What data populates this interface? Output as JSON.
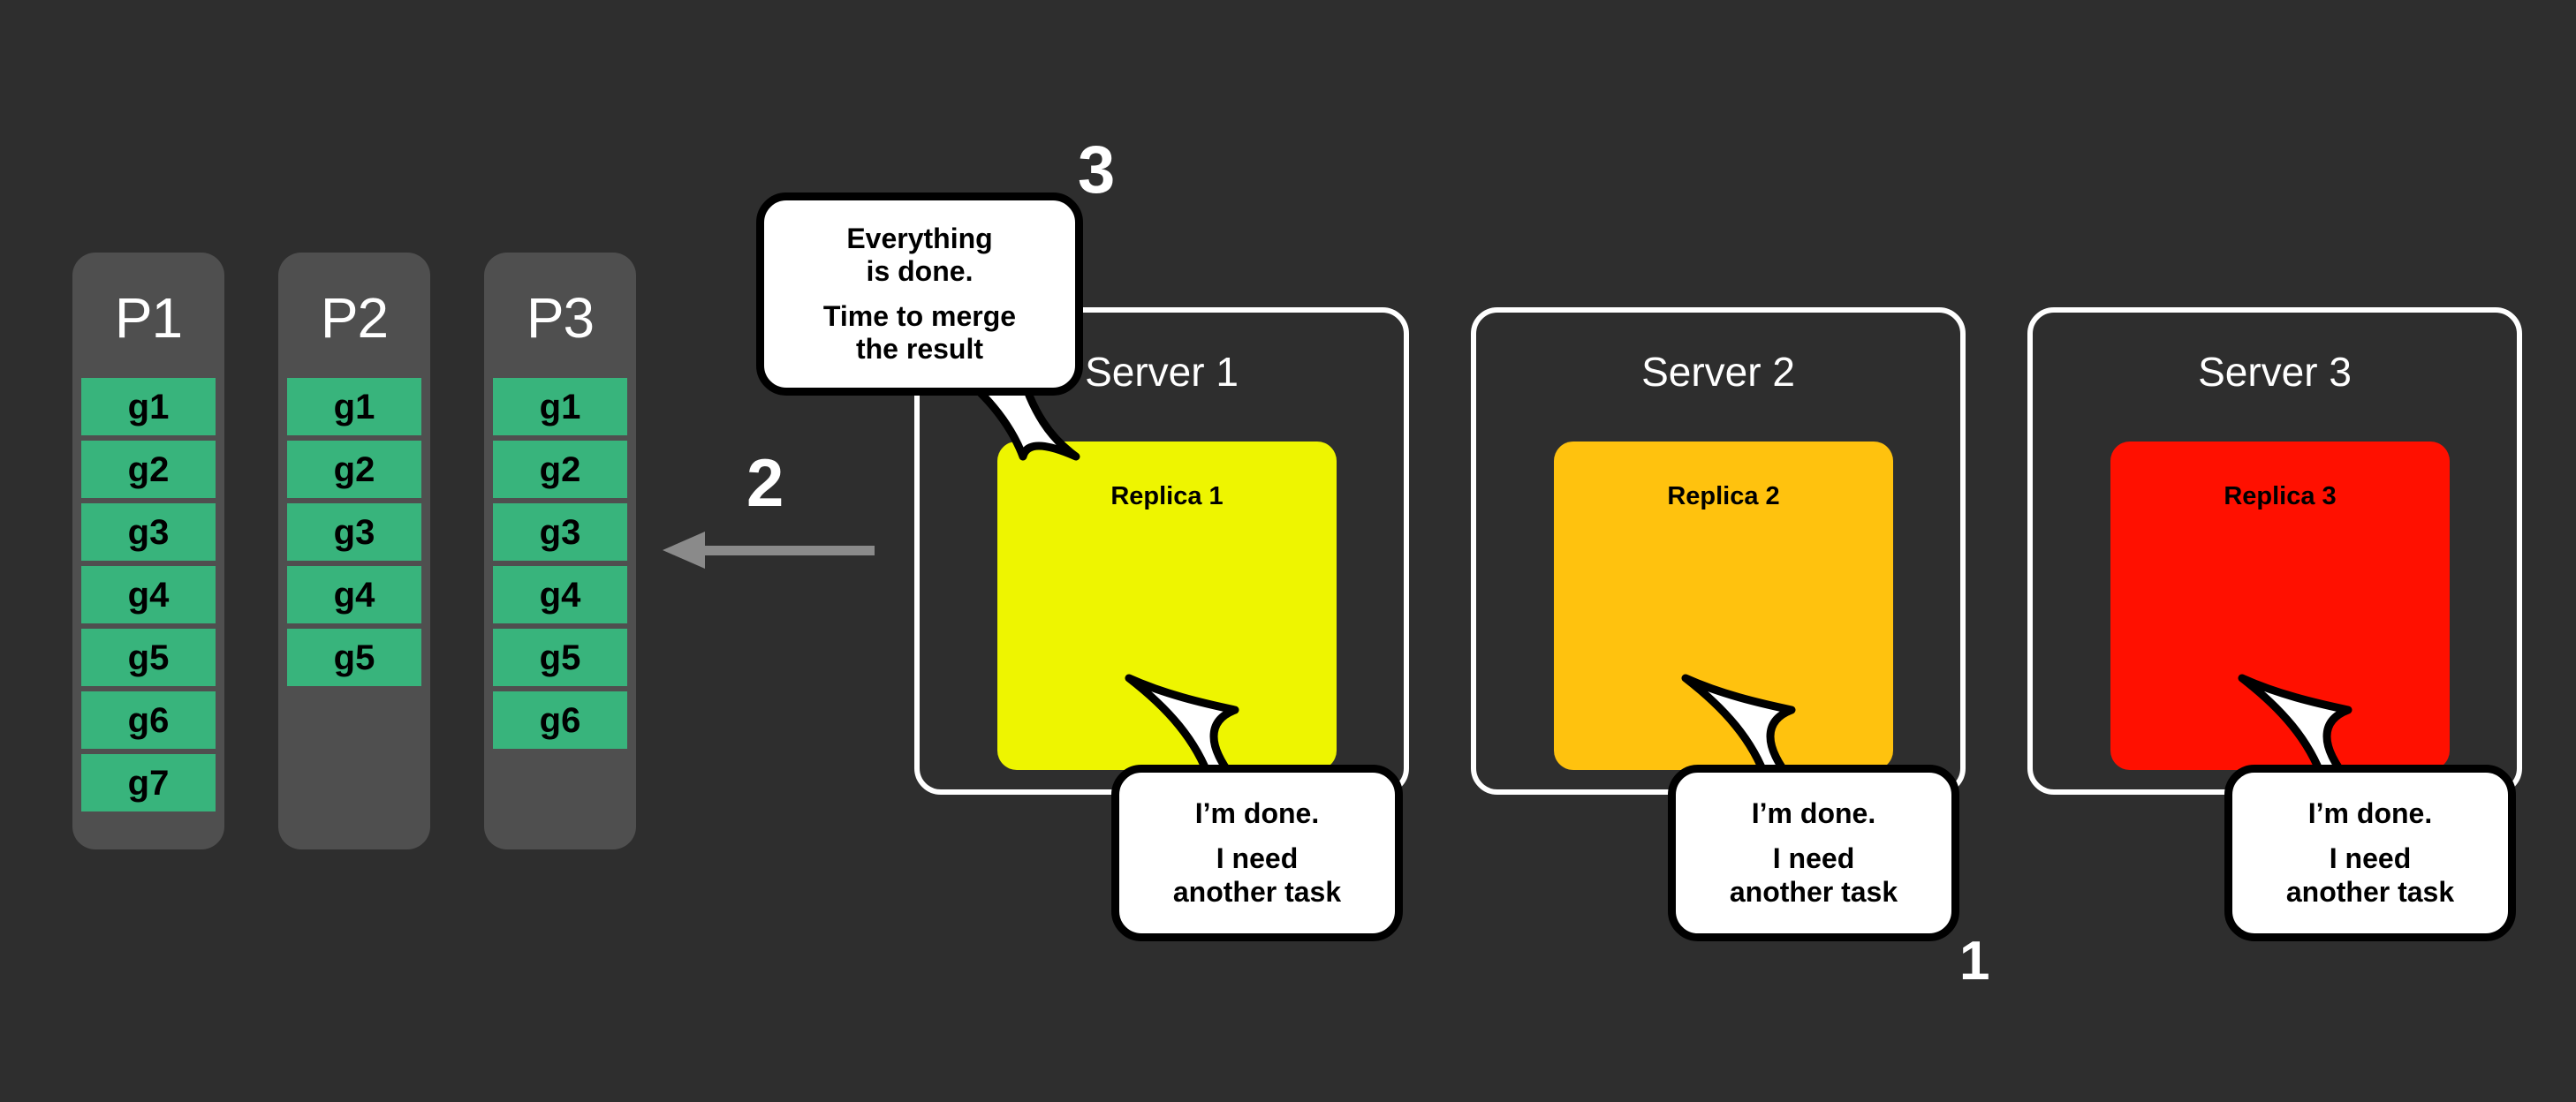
{
  "canvas": {
    "background_color": "#2e2e2e"
  },
  "palette": {
    "background": "#2e2e2e",
    "panel": "#4f4f4f",
    "chunk_green": "#38b47c",
    "replica_1": "#eef500",
    "replica_2": "#ffc20e",
    "replica_3": "#ff1000",
    "arrow_gray": "#8a8a8a",
    "outline_white": "#ffffff",
    "bubble_outline": "#000000"
  },
  "partitions": [
    {
      "title": "P1",
      "chunks": [
        "g1",
        "g2",
        "g3",
        "g4",
        "g5",
        "g6",
        "g7"
      ]
    },
    {
      "title": "P2",
      "chunks": [
        "g1",
        "g2",
        "g3",
        "g4",
        "g5"
      ]
    },
    {
      "title": "P3",
      "chunks": [
        "g1",
        "g2",
        "g3",
        "g4",
        "g5",
        "g6"
      ]
    }
  ],
  "servers": [
    {
      "title": "Server 1",
      "replica_label": "Replica 1",
      "replica_color": "#eef500"
    },
    {
      "title": "Server 2",
      "replica_label": "Replica 2",
      "replica_color": "#ffc20e"
    },
    {
      "title": "Server 3",
      "replica_label": "Replica 3",
      "replica_color": "#ff1000"
    }
  ],
  "bubbles": {
    "merge": {
      "line_1": "Everything",
      "line_2": "is done.",
      "line_3": "Time to merge",
      "line_4": "the result"
    },
    "done": {
      "line_1": "I’m done.",
      "line_2": "I need",
      "line_3": "another task"
    }
  },
  "steps": {
    "one": "1",
    "two": "2",
    "three": "3"
  },
  "arrow": {
    "direction": "left",
    "label": "2"
  }
}
